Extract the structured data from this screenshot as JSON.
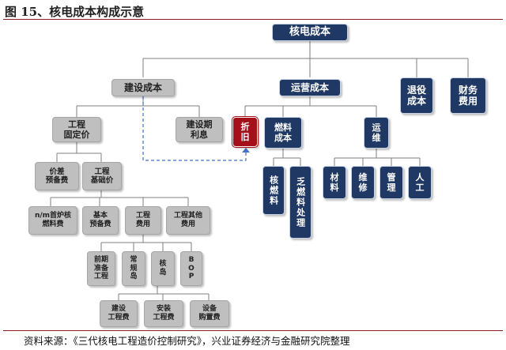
{
  "title": "图 15、核电成本构成示意",
  "source": "资料来源：《三代核电工程造价控制研究》，兴业证券经济与金融研究院整理",
  "nodes": {
    "root": "核电成本",
    "construction": "建设成本",
    "operation": "运营成本",
    "decommission": "退役\n成本",
    "finance": "财务\n费用",
    "fixed_price": "工程\n固定价",
    "build_interest": "建设期\n利息",
    "depreciation": "折\n旧",
    "fuel_cost": "燃料\n成本",
    "om": "运\n维",
    "price_diff": "价差\n预备费",
    "base_price": "工程\n基础价",
    "nuclear_fuel": "核燃料",
    "spent_fuel": "乏燃料处理",
    "materials": "材\n料",
    "maintenance": "维\n修",
    "management": "管\n理",
    "labor": "人\n工",
    "nm_fuel": "n/m首炉核\n燃料费",
    "basic_reserve": "基本\n预备费",
    "eng_cost": "工程\n费用",
    "other_cost": "工程其他\n费用",
    "prelim": "前期\n准备\n工程",
    "conv_island": "常\n规\n岛",
    "nuclear_island": "核\n岛",
    "bop": "B\nO\nP",
    "build_eng": "建设\n工程费",
    "install_eng": "安装\n工程费",
    "equip_purchase": "设备\n购置费"
  }
}
